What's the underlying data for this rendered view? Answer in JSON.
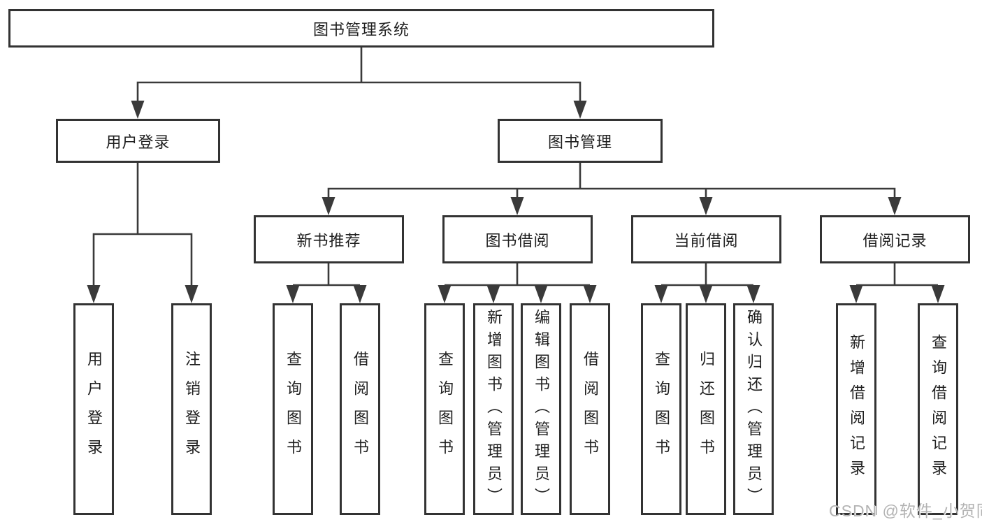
{
  "diagram": {
    "root": {
      "label": "图书管理系统"
    },
    "level2": [
      {
        "label": "用户登录"
      },
      {
        "label": "图书管理"
      }
    ],
    "level3": [
      {
        "label": "新书推荐"
      },
      {
        "label": "图书借阅"
      },
      {
        "label": "当前借阅"
      },
      {
        "label": "借阅记录"
      }
    ],
    "leaves": [
      {
        "label": "用户登录"
      },
      {
        "label": "注销登录"
      },
      {
        "label": "查询图书"
      },
      {
        "label": "借阅图书"
      },
      {
        "label": "查询图书"
      },
      {
        "label": "新增图书（管理员）"
      },
      {
        "label": "编辑图书（管理员）"
      },
      {
        "label": "借阅图书"
      },
      {
        "label": "查询图书"
      },
      {
        "label": "归还图书"
      },
      {
        "label": "确认归还（管理员）"
      },
      {
        "label": "新增借阅记录"
      },
      {
        "label": "查询借阅记录"
      }
    ],
    "colors": {
      "box_border": "#333333",
      "connector_line": "#3a3a3a",
      "text": "#1f1f1f",
      "background": "#ffffff",
      "watermark": "#b3b3b3"
    }
  },
  "watermark": {
    "text": "CSDN @软件_小贺同学"
  }
}
